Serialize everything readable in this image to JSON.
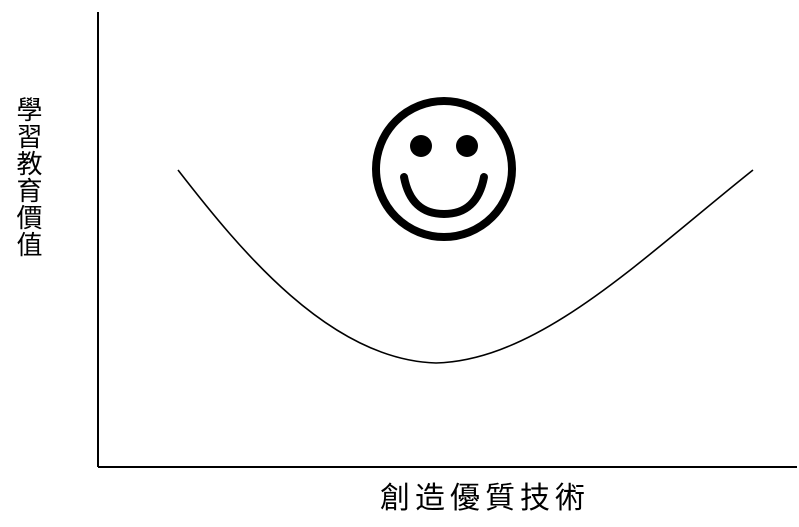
{
  "diagram": {
    "y_axis_label": "學習教育價值",
    "x_axis_label": "創造優質技術",
    "curve_shape": "u-shaped",
    "face_icon": "smiley-face-icon",
    "line_color": "#000000",
    "background_color": "#ffffff"
  }
}
